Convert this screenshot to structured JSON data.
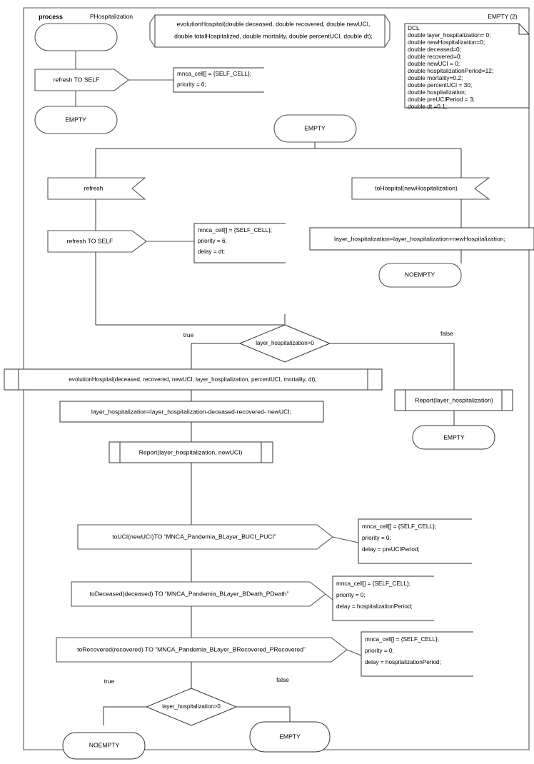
{
  "diagram": {
    "type": "flowchart",
    "header": {
      "keyword": "process",
      "process_name": "PHospitalization",
      "empty_count_label": "EMPTY (2)"
    },
    "signature_box": {
      "line1": "evolutionHospital(double deceased, double recovered, double newUCI,",
      "line2": "double totalHospitalized, double mortality, double percentUCI, double dt);"
    },
    "dcl_note": {
      "title": "DCL",
      "lines": [
        "double layer_hospitalization= 0;",
        "double newHospitalization=0;",
        "double deceased=0;",
        "double recovered=0;",
        "double newUCI = 0;",
        "double hospitalizationPeriod=12;",
        "double mortality=0.2;",
        "double percentUCI = 30;",
        "double hospitalization;",
        "double preUCIPeriod = 3;",
        "double dt =0.1;"
      ]
    },
    "nodes": {
      "start_terminal": "",
      "refresh_to_self_1": "refresh TO SELF",
      "empty_1": "EMPTY",
      "empty_2": "EMPTY",
      "refresh_recv": "refresh",
      "refresh_to_self_2": "refresh TO SELF",
      "to_hospital_recv": "toHospital(newHospitalization)",
      "layer_add": "layer_hospitalization=layer_hospitalization+newHospitalization;",
      "noempty_1": "NOEMPTY",
      "decision_1": "layer_hospitalization>0",
      "decision_1_true": "true",
      "decision_1_false": "false",
      "evolution_call": "evolutionHospital(deceased, recovered, newUCI, layer_hospitalization, percentUCI, mortality, dt);",
      "layer_sub": "layer_hospitalization=layer_hospitalization-deceased-recovered- newUCI;",
      "report_2": "Report(layer_hospitalization, newUCI)",
      "report_1": "Report(layer_hospitalization)",
      "empty_3": "EMPTY",
      "to_uci": "toUCI(newUCI)TO “MNCA_Pandemia_BLayer_BUCI_PUCI”",
      "to_deceased": "toDeceased(deceased) TO “MNCA_Pandemia_BLayer_BDeath_PDeath”",
      "to_recovered": "toRecovered(recovered) TO “MNCA_Pandemia_BLayer_BRecovered_PRecovered”",
      "decision_2": "layer_hospitalization>0",
      "decision_2_true": "true",
      "decision_2_false": "false",
      "noempty_2": "NOEMPTY",
      "empty_4": "EMPTY"
    },
    "notes": {
      "note_1": [
        "mnca_cell[] = {SELF_CELL};",
        "priority = 6;"
      ],
      "note_2": [
        "mnca_cell[] = {SELF_CELL};",
        "priority = 6;",
        "delay = dt;"
      ],
      "note_3": [
        "mnca_cell[] = {SELF_CELL};",
        "priority = 0;",
        "delay = preUCIPeriod;"
      ],
      "note_4": [
        "mnca_cell[] = {SELF_CELL};",
        "priority = 0;",
        "delay = hospitalizationPeriod;"
      ],
      "note_5": [
        "mnca_cell[] = {SELF_CELL};",
        "priority = 0;",
        "delay = hospitalizationPeriod;"
      ]
    },
    "colors": {
      "stroke": "#555555",
      "stroke_dark": "#333333",
      "background": "#ffffff",
      "text": "#000000"
    }
  }
}
